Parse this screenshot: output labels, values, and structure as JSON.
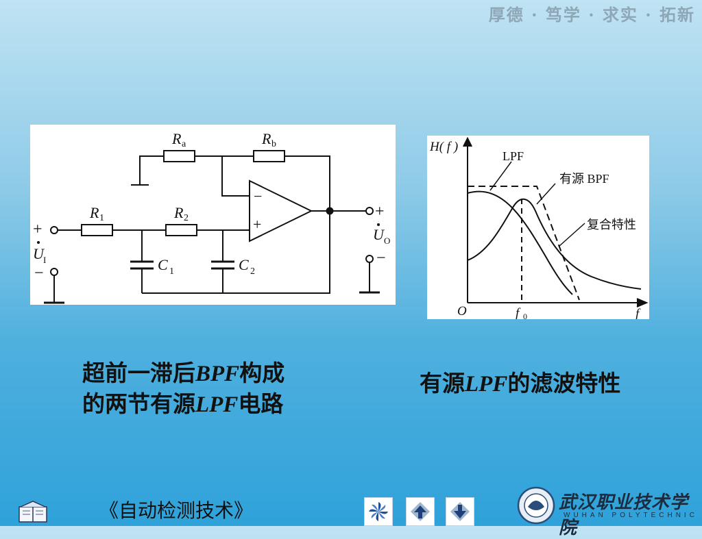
{
  "header": {
    "motto": "厚德 · 笃学 · 求实 · 拓新"
  },
  "circuit": {
    "labels": {
      "ra": "R",
      "ra_sub": "a",
      "rb": "R",
      "rb_sub": "b",
      "r1": "R",
      "r1_sub": "1",
      "r2": "R",
      "r2_sub": "2",
      "c1": "C",
      "c1_sub": "1",
      "c2": "C",
      "c2_sub": "2",
      "ui": "U",
      "ui_sub": "I",
      "uo": "U",
      "uo_sub": "O",
      "plus": "+",
      "minus": "−",
      "op_minus": "−",
      "op_plus": "+"
    }
  },
  "graph": {
    "y_label": "H( f )",
    "x_label": "f",
    "origin": "O",
    "f0": "f",
    "f0_sub": "0",
    "curve_lpf": "LPF",
    "curve_bpf": "有源 BPF",
    "curve_composite": "复合特性"
  },
  "captions": {
    "left_line1_a": "超前一滞后",
    "left_line1_b": "BPF",
    "left_line1_c": "构成",
    "left_line2_a": "的两节有源",
    "left_line2_b": "LPF",
    "left_line2_c": "电路",
    "right_a": "有源",
    "right_b": "LPF",
    "right_c": "的滤波特性"
  },
  "footer": {
    "course_title": "《自动检测技术》",
    "school_name": "武汉职业技术学院",
    "school_name_en": "WUHAN POLYTECHNIC"
  }
}
